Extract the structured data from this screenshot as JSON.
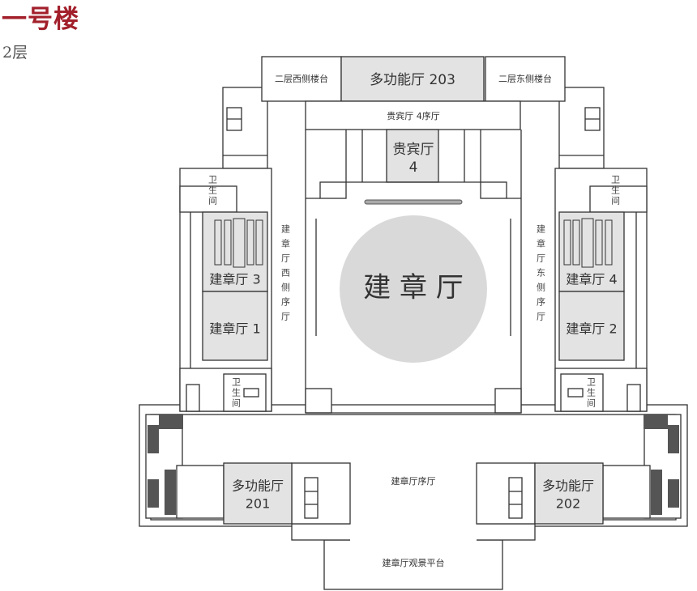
{
  "header": {
    "title": "一号楼",
    "floor": "2层"
  },
  "rooms": {
    "west_terrace": "二层西侧楼台",
    "hall_203": "多功能厅 203",
    "east_terrace": "二层东侧楼台",
    "vip_lobby": "贵宾厅 4序厅",
    "vip_4_name": "贵宾厅",
    "vip_4_num": "4",
    "main_hall": "建 章 厅",
    "west_lobby": "建章厅西侧序厅",
    "east_lobby": "建章厅东侧序厅",
    "hall_3": "建章厅 3",
    "hall_1": "建章厅 1",
    "hall_4": "建章厅 4",
    "hall_2": "建章厅 2",
    "restroom": "卫生间",
    "main_lobby": "建章厅序厅",
    "hall_201_name": "多功能厅",
    "hall_201_num": "201",
    "hall_202_name": "多功能厅",
    "hall_202_num": "202",
    "platform": "建章厅观景平台"
  },
  "colors": {
    "title": "#a2202b",
    "room_fill": "#e3e3e3",
    "circle": "#d9d9d9"
  }
}
